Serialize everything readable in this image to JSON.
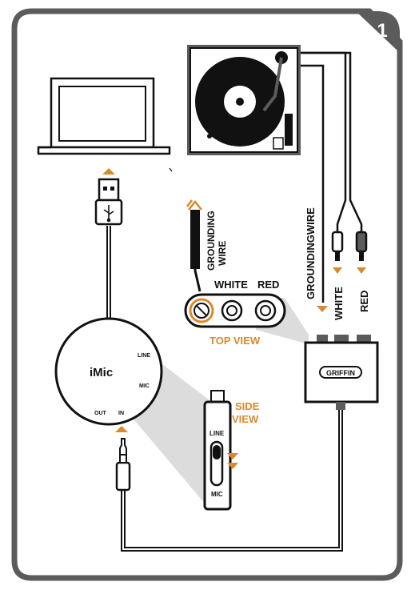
{
  "step": {
    "number": "1"
  },
  "colors": {
    "frame": "#5b5b5b",
    "accent": "#d98a2b",
    "panel": "#dcdcdc",
    "ink": "#111111"
  },
  "device": {
    "name": "iMic",
    "port_line": "LINE",
    "port_mic": "MIC",
    "port_out": "OUT",
    "port_in": "IN"
  },
  "adapter": {
    "brand": "GRIFFIN"
  },
  "top_view": {
    "title": "TOP VIEW",
    "white_label": "WHITE",
    "red_label": "RED",
    "grounding_label_1": "GROUNDING",
    "grounding_label_2": "WIRE"
  },
  "side_view": {
    "title_1": "SIDE",
    "title_2": "VIEW",
    "switch_line": "LINE",
    "switch_mic": "MIC"
  },
  "turntable_cables": {
    "grounding_label": "GROUNDINGWIRE",
    "white_label": "WHITE",
    "red_label": "RED"
  },
  "icons": [
    "laptop-icon",
    "turntable-icon",
    "usb-plug-icon",
    "usb-symbol-icon",
    "audio-jack-icon",
    "rca-plug-icon",
    "arrow-up-icon",
    "arrow-down-icon"
  ]
}
